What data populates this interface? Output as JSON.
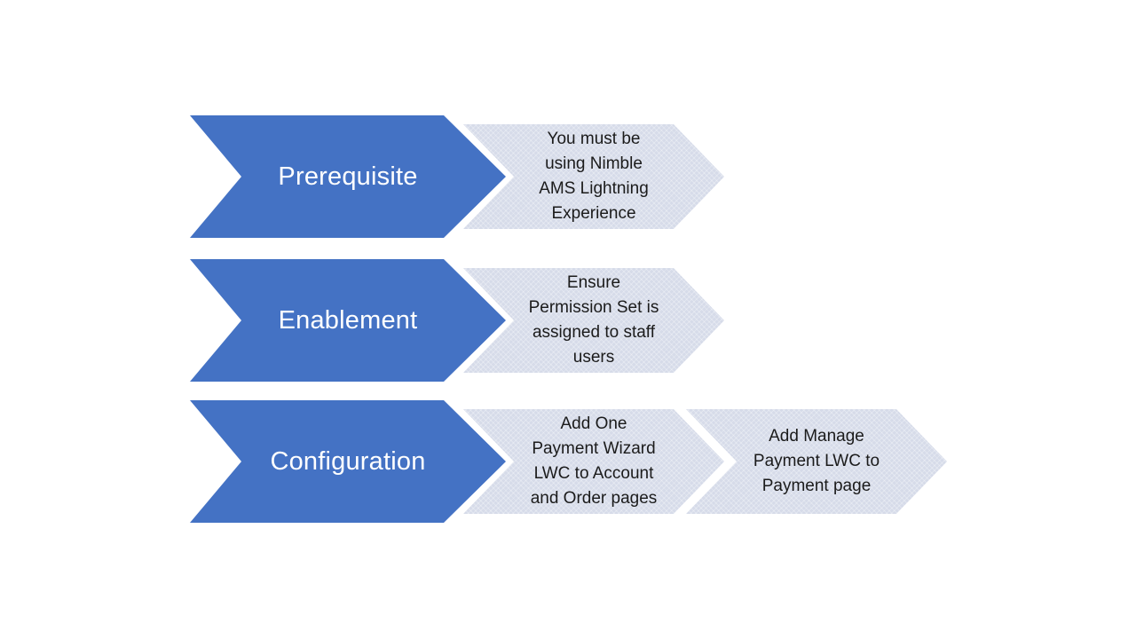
{
  "colors": {
    "canvas_bg": "#ffffff",
    "primary": "#4472C4",
    "primary_text": "#ffffff",
    "secondary": "#D6DBE9",
    "secondary_text": "#1b1b1b"
  },
  "diagram": {
    "type": "chevron-process",
    "rows": [
      {
        "stage": "Prerequisite",
        "details": [
          {
            "lines": [
              "You must be",
              "using Nimble",
              "AMS Lightning",
              "Experience"
            ]
          }
        ]
      },
      {
        "stage": "Enablement",
        "details": [
          {
            "lines": [
              "Ensure",
              "Permission Set is",
              "assigned to staff",
              "users"
            ]
          }
        ]
      },
      {
        "stage": "Configuration",
        "details": [
          {
            "lines": [
              "Add One",
              "Payment Wizard",
              "LWC to Account",
              "and Order pages"
            ]
          },
          {
            "lines": [
              "Add Manage",
              "Payment LWC to",
              "Payment page"
            ]
          }
        ]
      }
    ]
  }
}
